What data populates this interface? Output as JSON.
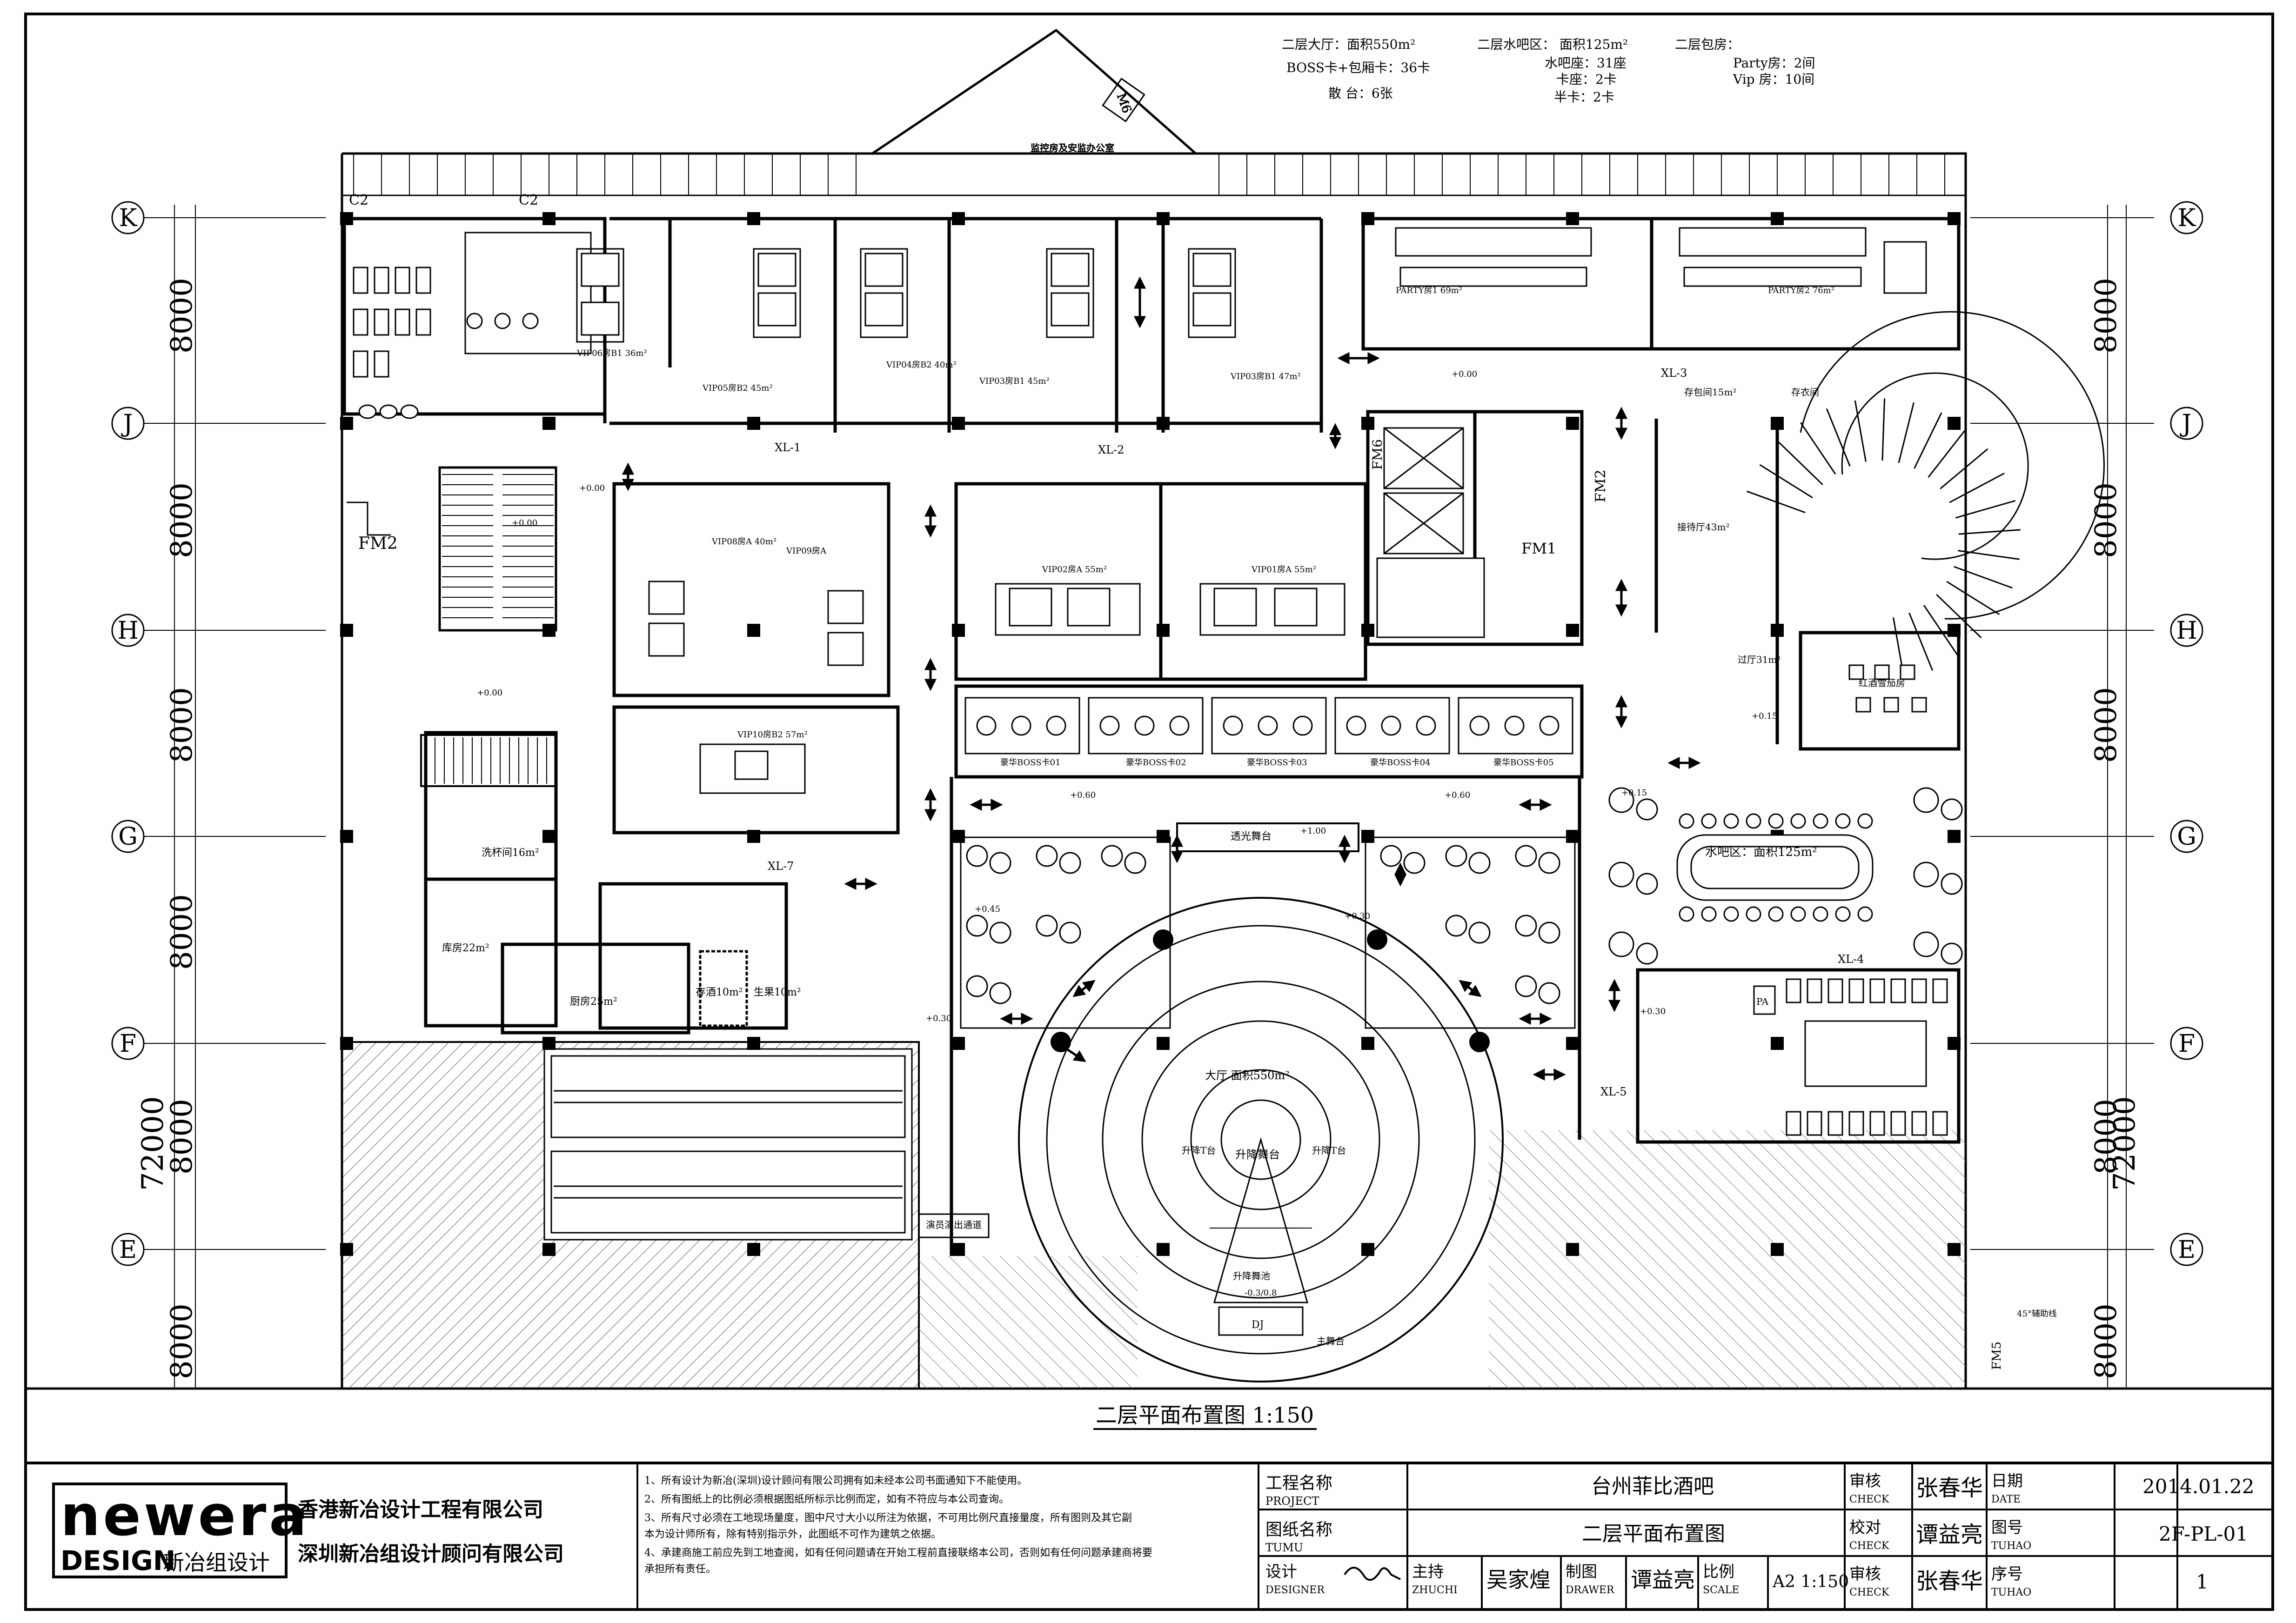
{
  "title": "二层平面布置图 1:150",
  "summary": {
    "hall_area": "二层大厅：面积550m²",
    "boss_seats": "BOSS卡+包厢卡：36卡",
    "scattered": "散 台：6张",
    "bar_area": "二层水吧区： 面积125m²",
    "bar_seats": "水吧座：31座",
    "bar_booth": "卡座：2卡",
    "bar_half": "半卡：2卡",
    "rooms_title": "二层包房：",
    "party_rooms": "Party房：2间",
    "vip_rooms": "Vip 房：10间"
  },
  "axes": {
    "row_labels": [
      "K",
      "J",
      "H",
      "G",
      "F",
      "E"
    ],
    "left_dims": [
      "8000",
      "8000",
      "8000",
      "8000",
      "8000",
      "8000"
    ],
    "right_dims": [
      "8000",
      "8000",
      "8000",
      "8000",
      "8000"
    ],
    "total_left": "72000",
    "total_right": "72000"
  },
  "rooms": {
    "monitor": "监控房及安监办公室",
    "m6": "M6",
    "vip06": "VIP06房B1 36m²",
    "vip05": "VIP05房B2 45m²",
    "vip04": "VIP04房B2 40m²",
    "vip03": "VIP03房B1 45m²",
    "vip02b": "VIP03房B1 47m²",
    "party1": "PARTY房1 69m²",
    "party2": "PARTY房2 76m²",
    "vip08": "VIP08房A 40m²",
    "vip09": "VIP09房A",
    "vip02": "VIP02房A 55m²",
    "vip01": "VIP01房A 55m²",
    "vip10": "VIP10房B2 57m²",
    "fm1": "FM1",
    "fm2_left": "FM2",
    "fm2_mid": "FM2",
    "fm6": "FM6",
    "fm5": "FM5",
    "reception": "接待厅43m²",
    "passage": "过厅31m²",
    "wine_room": "红酒雪茄房",
    "storage_left": "存包间15m²",
    "storage_right": "存衣间",
    "watchroom": "洗杯间16m²",
    "warehouse": "库房22m²",
    "kitchen": "厨房25m²",
    "wine_store": "存酒10m²",
    "fruit": "生果10m²",
    "bar_zone": "水吧区：面积125m²",
    "hall_zone": "大厅  面积550m²",
    "lift_stage": "升降舞台",
    "lift_pool": "升降舞池",
    "light_stage": "透光舞台",
    "main_stage": "主舞台",
    "dj": "DJ",
    "sub_stage_l": "升降T台",
    "sub_stage_r": "升降T台",
    "boss01": "豪华BOSS卡01",
    "boss02": "豪华BOSS卡02",
    "boss03": "豪华BOSS卡03",
    "boss04": "豪华BOSS卡04",
    "boss05": "豪华BOSS卡05",
    "xl1": "XL-1",
    "xl2": "XL-2",
    "xl3": "XL-3",
    "xl4": "XL-4",
    "xl5": "XL-5",
    "xl7": "XL-7",
    "c2a": "C2",
    "c2b": "C2",
    "stage_passage": "演员演出通道",
    "pa": "PA",
    "note_45": "45°辅助线",
    "levels": [
      "+0.00",
      "+0.15",
      "+0.30",
      "+0.45",
      "+0.60",
      "+1.00",
      "-0.3/0.8"
    ]
  },
  "title_block": {
    "logo_word": "newera",
    "logo_design": "DESIGN",
    "logo_cn": "新冶组设计",
    "company1": "香港新冶设计工程有限公司",
    "company2": "深圳新冶组设计顾问有限公司",
    "notes": [
      "1、所有设计为新冶(深圳)设计顾问有限公司拥有如未经本公司书面通知下不能使用。",
      "2、所有图纸上的比例必须根据图纸所标示比例而定，如有不符应与本公司查询。",
      "3、所有尺寸必须在工地现场量度，图中尺寸大小以所注为依据，不可用比例尺直接量度，所有图则及其它副",
      "   本为设计师所有，除有特别指示外，此图纸不可作为建筑之依据。",
      "4、承建商施工前应先到工地查阅，如有任何问题请在开始工程前直接联络本公司，否则如有任何问题承建商将要",
      "   承担所有责任。"
    ],
    "project_label": "工程名称",
    "project_label_en": "PROJECT",
    "project_name": "台州菲比酒吧",
    "drawing_label": "图纸名称",
    "drawing_label_en": "TUMU",
    "drawing_name": "二层平面布置图",
    "designer_label": "设计",
    "designer_label_en": "DESIGNER",
    "chief_label": "主持",
    "chief_label_en": "ZHUCHI",
    "chief_name": "吴家煌",
    "drawer_label": "制图",
    "drawer_label_en": "DRAWER",
    "drawer_name": "谭益亮",
    "scale_label": "比例",
    "scale_label_en": "SCALE",
    "scale_value": "A2 1:150",
    "check1_label": "审核",
    "check1_label_en": "CHECK",
    "check1_name": "张春华",
    "check2_label": "校对",
    "check2_label_en": "CHECK",
    "check2_name": "谭益亮",
    "check3_label": "审核",
    "check3_label_en": "CHECK",
    "check3_name": "张春华",
    "date_label": "日期",
    "date_label_en": "DATE",
    "date_value": "2014.01.22",
    "drawno_label": "图号",
    "drawno_label_en": "TUHAO",
    "drawno_value": "2F-PL-01",
    "seq_label": "序号",
    "seq_label_en": "TUHAO",
    "seq_value": "1"
  }
}
